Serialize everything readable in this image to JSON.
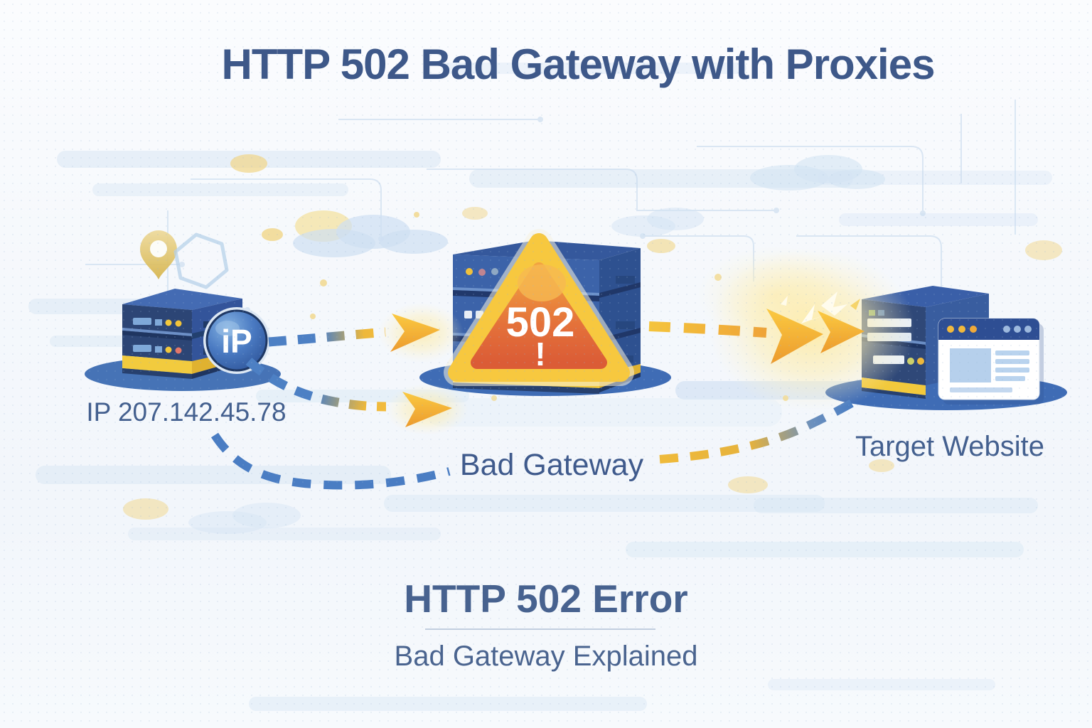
{
  "title": "HTTP 502 Bad Gateway with Proxies",
  "diagram": {
    "client": {
      "badge": "iP",
      "label": "IP 207.142.45.78"
    },
    "proxy": {
      "error_code": "502",
      "exclamation": "!",
      "label": "Bad Gateway"
    },
    "target": {
      "label": "Target Website"
    }
  },
  "footer": {
    "heading": "HTTP 502 Error",
    "subheading": "Bad Gateway Explained"
  },
  "icons": {
    "location-pin-icon": "teardrop map pin",
    "hexagon-icon": "hexagon outline",
    "ip-badge": "glossy blue sphere with iP",
    "client-server-icon": "isometric 2-tier server",
    "proxy-server-icon": "isometric 3-tier server",
    "warning-triangle-icon": "rounded warning triangle",
    "target-server-icon": "isometric 2-tier server",
    "browser-window-icon": "browser window with page content",
    "request-arrow-icon": "dashed arrow blue to yellow",
    "impact-burst-icon": "starburst collision"
  },
  "colors": {
    "heading_text": "#3e5889",
    "server_navy": "#2c4575",
    "server_blue": "#3c63a9",
    "accent_yellow": "#f3c93b",
    "warning_orange": "#e4713a",
    "arrow_blue": "#4a7dc3",
    "arrow_yellow": "#f0b53a",
    "shadow_blue": "#3f6cb5",
    "background": "#f5f8fc"
  }
}
